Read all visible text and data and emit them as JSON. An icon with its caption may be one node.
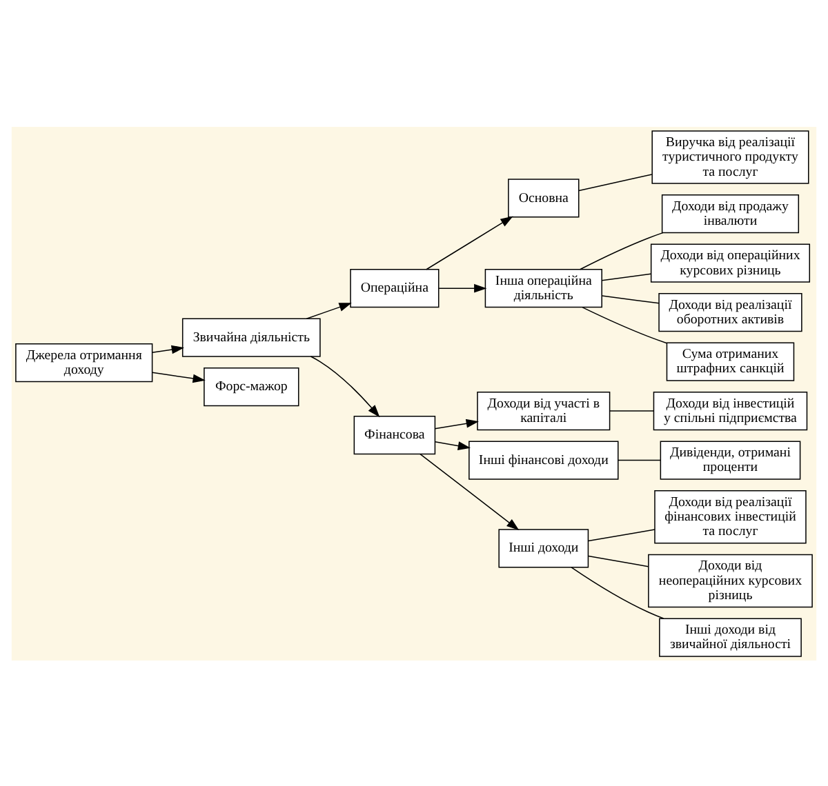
{
  "diagram": {
    "nodes": [
      {
        "text": [
          "Джерела отримання доходу"
        ]
      },
      {
        "text": [
          "Звичайна діяльність"
        ]
      },
      {
        "text": [
          "Форс-мажор"
        ]
      },
      {
        "text": [
          "Операційна"
        ]
      },
      {
        "text": [
          "Фінансова"
        ]
      },
      {
        "text": [
          "Основна"
        ]
      },
      {
        "text": [
          "Виручка від реалізації туристичного продукту та послуг"
        ]
      },
      {
        "text": [
          "Інша операційна діяльність"
        ]
      },
      {
        "text": [
          "Доходи від продажу інвалюти"
        ]
      },
      {
        "text": [
          "Доходи від операційних курсових різниць"
        ]
      },
      {
        "text": [
          "Доходи від реалізації оборотних активів"
        ]
      },
      {
        "text": [
          "Сума отриманих штрафних санкцій"
        ]
      },
      {
        "text": [
          "Доходи від участі в капіталі"
        ]
      },
      {
        "text": [
          "Доходи від інвестицій у спільні підприємства"
        ]
      },
      {
        "text": [
          "Інші фінансові доходи"
        ]
      },
      {
        "text": [
          "Дивіденди, отримані проценти"
        ]
      },
      {
        "text": [
          "Інші доходи"
        ]
      },
      {
        "text": [
          "Доходи від реалізації фінансових інвестицій та послуг"
        ]
      },
      {
        "text": [
          "Доходи від неопераційних курсових різниць"
        ]
      },
      {
        "text": [
          "Інші доходи від звичайної діяльності"
        ]
      }
    ],
    "edges": [
      {
        "from": 0,
        "to": 1,
        "arrow": "to"
      },
      {
        "from": 0,
        "to": 2,
        "arrow": "to"
      },
      {
        "from": 1,
        "to": 3,
        "arrow": "to"
      },
      {
        "from": 1,
        "to": 4,
        "arrow": "to"
      },
      {
        "from": 3,
        "to": 5,
        "arrow": "to"
      },
      {
        "from": 3,
        "to": 7,
        "arrow": "to"
      },
      {
        "from": 5,
        "to": 6,
        "arrow": "none"
      },
      {
        "from": 7,
        "to": 8,
        "arrow": "none"
      },
      {
        "from": 7,
        "to": 9,
        "arrow": "none"
      },
      {
        "from": 7,
        "to": 10,
        "arrow": "none"
      },
      {
        "from": 7,
        "to": 11,
        "arrow": "none"
      },
      {
        "from": 4,
        "to": 12,
        "arrow": "to"
      },
      {
        "from": 4,
        "to": 14,
        "arrow": "to"
      },
      {
        "from": 4,
        "to": 16,
        "arrow": "to"
      },
      {
        "from": 12,
        "to": 13,
        "arrow": "none"
      },
      {
        "from": 14,
        "to": 15,
        "arrow": "none"
      },
      {
        "from": 16,
        "to": 17,
        "arrow": "none"
      },
      {
        "from": 16,
        "to": 18,
        "arrow": "none"
      },
      {
        "from": 16,
        "to": 19,
        "arrow": "none"
      }
    ]
  }
}
